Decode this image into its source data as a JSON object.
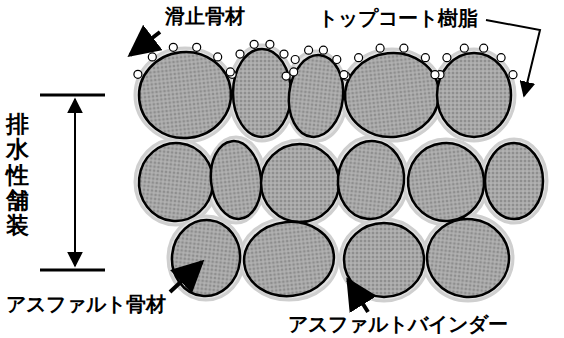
{
  "diagram": {
    "labels": [
      "滑止骨材",
      "トップコート樹脂",
      "排水性舗装",
      "アスファルト骨材",
      "アスファルトバインダー"
    ]
  }
}
